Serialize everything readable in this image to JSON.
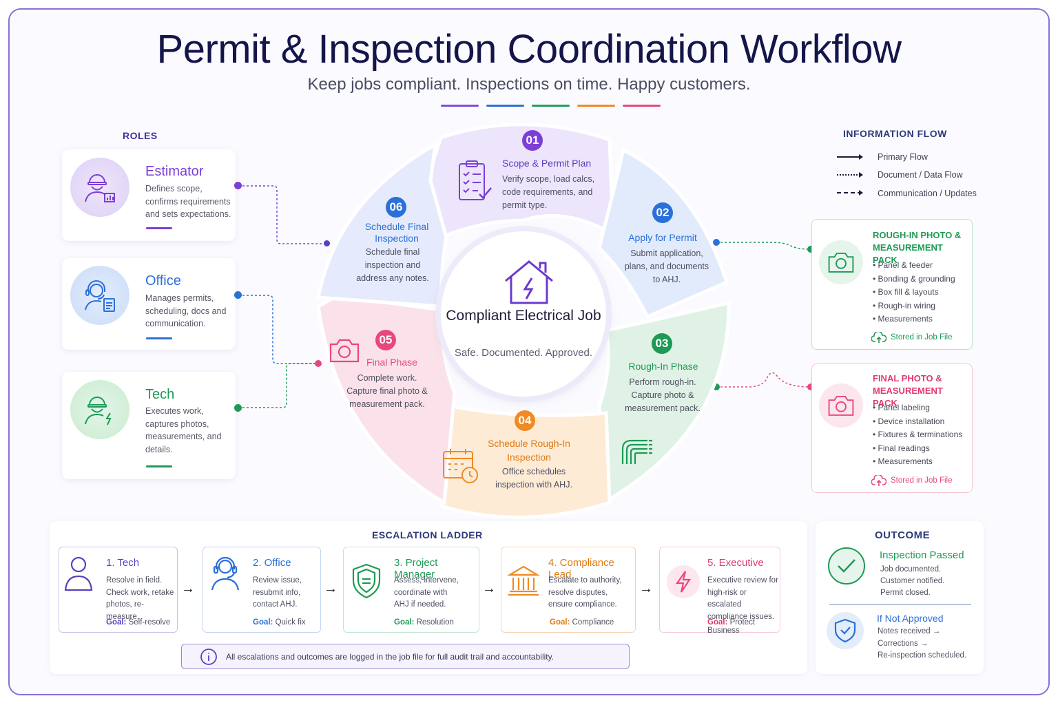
{
  "header": {
    "title": "Permit & Inspection Coordination Workflow",
    "subtitle": "Keep jobs compliant. Inspections on time. Happy customers.",
    "accent_colors": [
      "#7c4ddb",
      "#2b6fd8",
      "#20a05c",
      "#f08a24",
      "#e9477c"
    ]
  },
  "roles": {
    "label": "ROLES",
    "items": [
      {
        "name": "Estimator",
        "desc": "Defines scope, confirms requirements and sets expectations.",
        "color": "#7b3fd6",
        "icon": "worker-chart-icon"
      },
      {
        "name": "Office",
        "desc": "Manages permits, scheduling, docs and communication.",
        "color": "#2b6fd8",
        "icon": "headset-document-icon"
      },
      {
        "name": "Tech",
        "desc": "Executes work, captures photos, measurements, and details.",
        "color": "#1d9a55",
        "icon": "worker-bolt-icon"
      }
    ]
  },
  "center": {
    "title": "Compliant Electrical Job",
    "sub": "Safe. Documented. Approved.",
    "icon": "house-bolt-icon"
  },
  "steps": [
    {
      "num": "01",
      "title": "Scope & Permit Plan",
      "desc": "Verify scope, load calcs, code requirements, and permit type.",
      "color": "#7b3fd6",
      "icon": "clipboard-checklist-icon"
    },
    {
      "num": "02",
      "title": "Apply for Permit",
      "desc": "Submit application, plans, and documents to AHJ.",
      "color": "#2b6fd8"
    },
    {
      "num": "03",
      "title": "Rough-In Phase",
      "desc": "Perform rough-in. Capture photo & measurement pack.",
      "color": "#1d9a55",
      "icon": "wiring-icon"
    },
    {
      "num": "04",
      "title": "Schedule Rough-In Inspection",
      "desc": "Office schedules inspection with AHJ.",
      "color": "#f08a24",
      "icon": "calendar-clock-icon"
    },
    {
      "num": "05",
      "title": "Final Phase",
      "desc": "Complete work. Capture final photo & measurement pack.",
      "color": "#e9477c",
      "icon": "camera-icon"
    },
    {
      "num": "06",
      "title": "Schedule Final Inspection",
      "desc": "Schedule final inspection and address any notes.",
      "color": "#2b6fd8"
    }
  ],
  "info_flow": {
    "label": "INFORMATION FLOW",
    "items": [
      "Primary Flow",
      "Document / Data Flow",
      "Communication / Updates"
    ]
  },
  "packs": [
    {
      "title": "ROUGH-IN PHOTO & MEASUREMENT PACK",
      "items": [
        "Panel & feeder",
        "Bonding & grounding",
        "Box fill & layouts",
        "Rough-in wiring",
        "Measurements"
      ],
      "stored": "Stored in Job File",
      "color": "#1d9a55"
    },
    {
      "title": "FINAL PHOTO & MEASUREMENT PACK",
      "items": [
        "Panel labeling",
        "Device installation",
        "Fixtures & terminations",
        "Final readings",
        "Measurements"
      ],
      "stored": "Stored in Job File",
      "color": "#e9477c"
    }
  ],
  "escalation": {
    "label": "ESCALATION LADDER",
    "goal_label": "Goal:",
    "levels": [
      {
        "name": "1. Tech",
        "desc": "Resolve in field. Check work, retake photos, re-measure.",
        "goal": "Self-resolve",
        "color": "#5a3fc0",
        "icon": "person-icon"
      },
      {
        "name": "2. Office",
        "desc": "Review issue, resubmit info, contact AHJ.",
        "goal": "Quick fix",
        "color": "#2b6fd8",
        "icon": "headset-icon"
      },
      {
        "name": "3. Project Manager",
        "desc": "Assess, intervene, coordinate with AHJ if needed.",
        "goal": "Resolution",
        "color": "#1d9a55",
        "icon": "shield-icon"
      },
      {
        "name": "4. Compliance Lead",
        "desc": "Escalate to authority, resolve disputes, ensure compliance.",
        "goal": "Compliance",
        "color": "#f08a24",
        "icon": "building-icon"
      },
      {
        "name": "5. Executive",
        "desc": "Executive review for high-risk or escalated compliance issues.",
        "goal": "Protect Business",
        "color": "#e9477c",
        "icon": "bolt-icon"
      }
    ],
    "note": "All escalations and outcomes are logged in the job file for full audit trail and accountability."
  },
  "outcome": {
    "label": "OUTCOME",
    "passed_title": "Inspection Passed",
    "passed_lines": [
      "Job documented.",
      "Customer notified.",
      "Permit closed."
    ],
    "failed_title": "If Not Approved",
    "failed_lines": [
      "Notes received →",
      "Corrections →",
      "Re-inspection scheduled."
    ]
  }
}
